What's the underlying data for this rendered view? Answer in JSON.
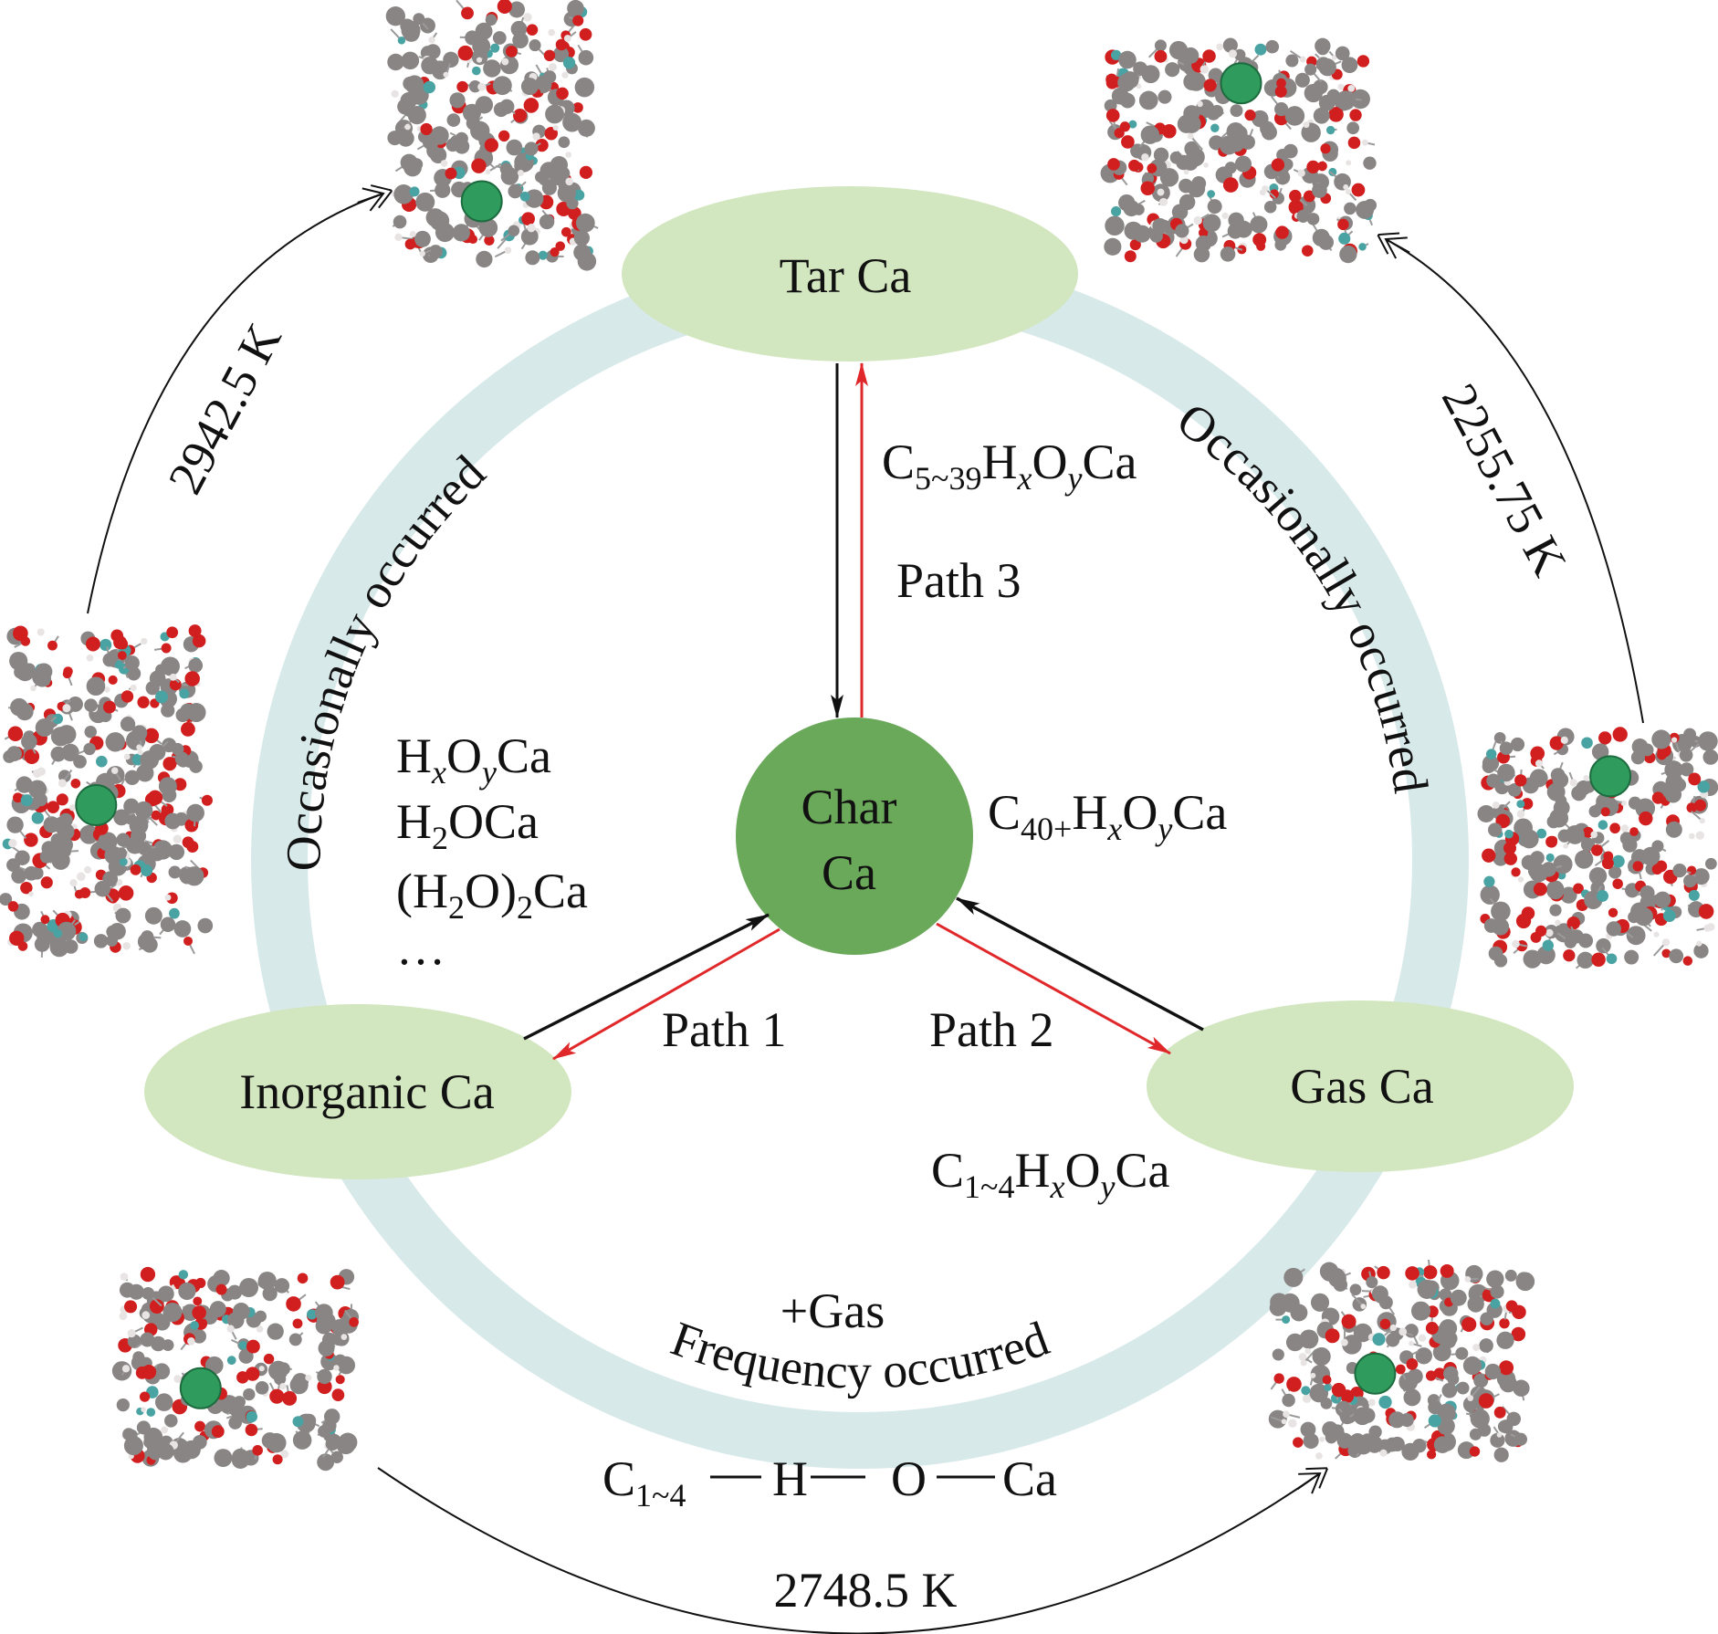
{
  "nodes": {
    "tar": "Tar Ca",
    "char_line1": "Char",
    "char_line2": "Ca",
    "inorganic": "Inorganic Ca",
    "gas": "Gas Ca"
  },
  "paths": {
    "p1": "Path 1",
    "p2": "Path 2",
    "p3": "Path 3"
  },
  "formulas": {
    "tar": {
      "c": "C",
      "c_sub": "5~39",
      "h": "H",
      "h_sub": "x",
      "o": "O",
      "o_sub": "y",
      "ca": "Ca"
    },
    "char": {
      "c": "C",
      "c_sub": "40+",
      "h": "H",
      "h_sub": "x",
      "o": "O",
      "o_sub": "y",
      "ca": "Ca"
    },
    "gas": {
      "c": "C",
      "c_sub": "1~4",
      "h": "H",
      "h_sub": "x",
      "o": "O",
      "o_sub": "y",
      "ca": "Ca"
    },
    "inorganic": {
      "f1": {
        "h": "H",
        "h_sub": "x",
        "o": "O",
        "o_sub": "y",
        "ca": "Ca"
      },
      "f2": {
        "h": "H",
        "h_sub": "2",
        "rest": "OCa"
      },
      "f3": {
        "open": "(H",
        "h_sub": "2",
        "close": "O)",
        "outer_sub": "2",
        "ca": "Ca"
      },
      "more": "…"
    }
  },
  "ring_labels": {
    "left": "Occasionally occurred",
    "right": "Occasionally occurred",
    "bottom": "Frequency occurred",
    "plus_gas": "+Gas"
  },
  "bond_chain": {
    "c": "C",
    "c_sub": "1~4",
    "h": "H",
    "o": "O",
    "ca": "Ca"
  },
  "temperatures": {
    "inorganic_to_tar": "2942.5 K",
    "char_to_tar": "2255.75 K",
    "inorganic_to_gas": "2748.5 K"
  },
  "colors": {
    "ring": "#d8e9ea",
    "ellipse": "#d2e6bf",
    "char": "#6aa85a",
    "arrow_black": "#111111",
    "arrow_red": "#e0282a"
  }
}
